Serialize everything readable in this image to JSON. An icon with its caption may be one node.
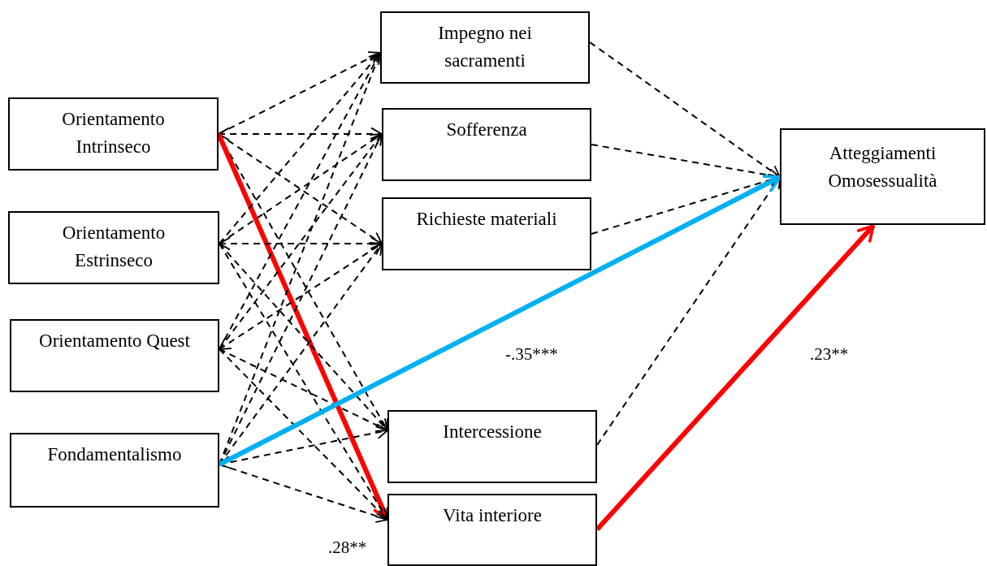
{
  "diagram": {
    "nodes": [
      {
        "text": [
          "Orientamento Intrinseco"
        ]
      },
      {
        "text": [
          "Orientamento Estrinseco"
        ]
      },
      {
        "text": [
          "Orientamento Quest"
        ]
      },
      {
        "text": [
          "Fondamentalismo"
        ]
      },
      {
        "text": [
          "Impegno nei sacramenti"
        ]
      },
      {
        "text": [
          "Sofferenza"
        ]
      },
      {
        "text": [
          "Richieste materiali"
        ]
      },
      {
        "text": [
          "Intercessione"
        ]
      },
      {
        "text": [
          "Vita interiore"
        ]
      },
      {
        "text": [
          "Atteggiamenti Omosessualità"
        ]
      }
    ],
    "edges": [
      {
        "from": 0,
        "to": 4,
        "arrow": "to",
        "style": "dashed"
      },
      {
        "from": 0,
        "to": 5,
        "arrow": "both",
        "style": "dashed"
      },
      {
        "from": 0,
        "to": 6,
        "arrow": "to",
        "style": "dashed"
      },
      {
        "from": 0,
        "to": 7,
        "arrow": "to",
        "style": "dashed"
      },
      {
        "from": 0,
        "to": 8,
        "arrow": "to",
        "style": "thick",
        "color": "#ff0000",
        "label": ".28**"
      },
      {
        "from": 1,
        "to": 4,
        "arrow": "to",
        "style": "dashed"
      },
      {
        "from": 1,
        "to": 5,
        "arrow": "to",
        "style": "dashed"
      },
      {
        "from": 1,
        "to": 6,
        "arrow": "both",
        "style": "dashed"
      },
      {
        "from": 1,
        "to": 7,
        "arrow": "to",
        "style": "dashed"
      },
      {
        "from": 1,
        "to": 8,
        "arrow": "to",
        "style": "dashed"
      },
      {
        "from": 2,
        "to": 4,
        "arrow": "to",
        "style": "dashed"
      },
      {
        "from": 2,
        "to": 5,
        "arrow": "to",
        "style": "dashed"
      },
      {
        "from": 2,
        "to": 6,
        "arrow": "both",
        "style": "dashed"
      },
      {
        "from": 2,
        "to": 7,
        "arrow": "to",
        "style": "dashed"
      },
      {
        "from": 2,
        "to": 8,
        "arrow": "to",
        "style": "dashed"
      },
      {
        "from": 3,
        "to": 4,
        "arrow": "to",
        "style": "dashed"
      },
      {
        "from": 3,
        "to": 5,
        "arrow": "to",
        "style": "dashed"
      },
      {
        "from": 3,
        "to": 6,
        "arrow": "to",
        "style": "dashed"
      },
      {
        "from": 3,
        "to": 7,
        "arrow": "both",
        "style": "dashed"
      },
      {
        "from": 3,
        "to": 8,
        "arrow": "to",
        "style": "dashed"
      },
      {
        "from": 4,
        "to": 9,
        "arrow": "to",
        "style": "dashed"
      },
      {
        "from": 5,
        "to": 9,
        "arrow": "to",
        "style": "dashed"
      },
      {
        "from": 6,
        "to": 9,
        "arrow": "to",
        "style": "dashed"
      },
      {
        "from": 7,
        "to": 9,
        "arrow": "to",
        "style": "dashed"
      },
      {
        "from": 8,
        "to": 9,
        "arrow": "to",
        "style": "thick",
        "color": "#ff0000",
        "label": ".23**"
      },
      {
        "from": 3,
        "to": 9,
        "arrow": "to",
        "style": "thick",
        "color": "#00b0f0",
        "label": "-.35***"
      }
    ]
  }
}
